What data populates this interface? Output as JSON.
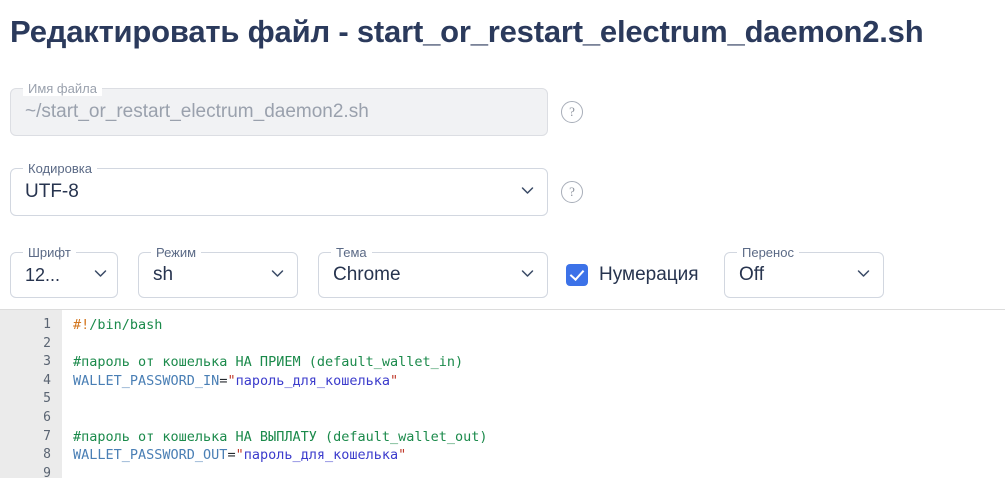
{
  "page_title": "Редактировать файл - start_or_restart_electrum_daemon2.sh",
  "accent_color": "#3c72e8",
  "title_color": "#2b3a5c",
  "fields": {
    "filename": {
      "label": "Имя файла",
      "value": "~/start_or_restart_electrum_daemon2.sh",
      "disabled": true
    },
    "encoding": {
      "label": "Кодировка",
      "value": "UTF-8"
    },
    "font": {
      "label": "Шрифт",
      "value": "12..."
    },
    "mode": {
      "label": "Режим",
      "value": "sh"
    },
    "theme": {
      "label": "Тема",
      "value": "Chrome"
    },
    "wrap": {
      "label": "Перенос",
      "value": "Off"
    }
  },
  "numbering": {
    "label": "Нумерация",
    "checked": true
  },
  "help_icon": "?",
  "editor": {
    "line_numbers": [
      "1",
      "2",
      "3",
      "4",
      "5",
      "6",
      "7",
      "8",
      "9"
    ],
    "lines": [
      {
        "n": "1",
        "tokens": [
          {
            "t": "#!",
            "c": "tok-hash"
          },
          {
            "t": "/bin/bash",
            "c": "tok-path"
          }
        ]
      },
      {
        "n": "2",
        "tokens": []
      },
      {
        "n": "3",
        "tokens": [
          {
            "t": "#пароль от кошелька НА ПРИЕМ (default_wallet_in)",
            "c": "tok-comment"
          }
        ]
      },
      {
        "n": "4",
        "tokens": [
          {
            "t": "WALLET_PASSWORD_IN",
            "c": "tok-var"
          },
          {
            "t": "=",
            "c": "tok-plain"
          },
          {
            "t": "\"",
            "c": "tok-quote"
          },
          {
            "t": "пароль_для_кошелька",
            "c": "tok-string"
          },
          {
            "t": "\"",
            "c": "tok-quote"
          }
        ]
      },
      {
        "n": "5",
        "tokens": []
      },
      {
        "n": "6",
        "tokens": []
      },
      {
        "n": "7",
        "tokens": [
          {
            "t": "#пароль от кошелька НА ВЫПЛАТУ (default_wallet_out)",
            "c": "tok-comment"
          }
        ]
      },
      {
        "n": "8",
        "tokens": [
          {
            "t": "WALLET_PASSWORD_OUT",
            "c": "tok-var"
          },
          {
            "t": "=",
            "c": "tok-plain"
          },
          {
            "t": "\"",
            "c": "tok-quote"
          },
          {
            "t": "пароль_для_кошелька",
            "c": "tok-string"
          },
          {
            "t": "\"",
            "c": "tok-quote"
          }
        ]
      },
      {
        "n": "9",
        "tokens": []
      }
    ]
  }
}
